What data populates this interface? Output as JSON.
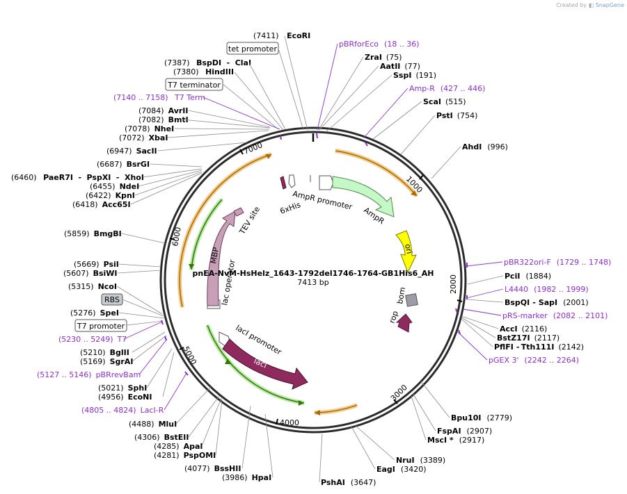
{
  "credit": {
    "prefix": "Created by",
    "brand": "SnapGene"
  },
  "plasmid": {
    "name": "pnEA-NvM-HsHelz_1643-1792del1746-1764-GB1His6_AH",
    "size": "7413 bp"
  },
  "ticks": [
    "1000",
    "2000",
    "3000",
    "4000",
    "5000",
    "6000",
    "7000"
  ],
  "features": [
    {
      "name": "AmpR promoter",
      "color": "#ffffff"
    },
    {
      "name": "AmpR",
      "color": "#c6f7c6"
    },
    {
      "name": "ori",
      "color": "#ffff00"
    },
    {
      "name": "bom",
      "color": "#9a9ea4"
    },
    {
      "name": "rop",
      "color": "#8e2a5e"
    },
    {
      "name": "lacI promoter",
      "color": "#ffffff"
    },
    {
      "name": "lacI",
      "color": "#8e2a5e"
    },
    {
      "name": "lac operator",
      "color": "#ffffff"
    },
    {
      "name": "MBP",
      "color": "#c7a0b8"
    },
    {
      "name": "TEV site",
      "color": "#c7a0b8"
    },
    {
      "name": "6xHis",
      "color": "#8e2a5e"
    }
  ],
  "site_labels": [
    {
      "pos": "(7411)",
      "name": "EcoRI"
    },
    {
      "boxed": "tet promoter"
    },
    {
      "pos": "(7387)",
      "name": "BspDI",
      "name2": "ClaI"
    },
    {
      "pos": "(7380)",
      "name": "HindIII"
    },
    {
      "boxed": "T7 terminator"
    },
    {
      "primer_pos": "(7140 .. 7158)",
      "primer_name": "T7 Term"
    },
    {
      "pos": "(7084)",
      "name": "AvrII"
    },
    {
      "pos": "(7082)",
      "name": "BmtI"
    },
    {
      "pos": "(7078)",
      "name": "NheI"
    },
    {
      "pos": "(7072)",
      "name": "XbaI"
    },
    {
      "pos": "(6947)",
      "name": "SacII"
    },
    {
      "pos": "(6687)",
      "name": "BsrGI"
    },
    {
      "pos": "(6460)",
      "name": "PaeR7I",
      "name2": "PspXI",
      "name3": "XhoI"
    },
    {
      "pos": "(6455)",
      "name": "NdeI"
    },
    {
      "pos": "(6422)",
      "name": "KpnI"
    },
    {
      "pos": "(6418)",
      "name": "Acc65I"
    },
    {
      "pos": "(5859)",
      "name": "BmgBI"
    },
    {
      "pos": "(5669)",
      "name": "PsiI"
    },
    {
      "pos": "(5607)",
      "name": "BsiWI"
    },
    {
      "pos": "(5315)",
      "name": "NcoI"
    },
    {
      "boxed_gray": "RBS"
    },
    {
      "pos": "(5276)",
      "name": "SpeI"
    },
    {
      "boxed": "T7 promoter"
    },
    {
      "primer_pos": "(5230 .. 5249)",
      "primer_name": "T7"
    },
    {
      "pos": "(5210)",
      "name": "BglII"
    },
    {
      "pos": "(5169)",
      "name": "SgrAI"
    },
    {
      "primer_pos": "(5127 .. 5146)",
      "primer_name": "pBRrevBam"
    },
    {
      "pos": "(5021)",
      "name": "SphI"
    },
    {
      "pos": "(4956)",
      "name": "EcoNI"
    },
    {
      "primer_pos": "(4805 .. 4824)",
      "primer_name": "LacI-R"
    },
    {
      "pos": "(4488)",
      "name": "MluI"
    },
    {
      "pos": "(4306)",
      "name": "BstEII"
    },
    {
      "pos": "(4285)",
      "name": "ApaI"
    },
    {
      "pos": "(4281)",
      "name": "PspOMI"
    },
    {
      "pos": "(4077)",
      "name": "BssHII"
    },
    {
      "pos": "(3986)",
      "name": "HpaI"
    },
    {
      "primer_name": "pBRforEco",
      "primer_pos": "(18 .. 36)"
    },
    {
      "name": "ZraI",
      "pos": "(75)"
    },
    {
      "name": "AatII",
      "pos": "(77)"
    },
    {
      "name": "SspI",
      "pos": "(191)"
    },
    {
      "primer_name": "Amp-R",
      "primer_pos": "(427 .. 446)"
    },
    {
      "name": "ScaI",
      "pos": "(515)"
    },
    {
      "name": "PstI",
      "pos": "(754)"
    },
    {
      "name": "AhdI",
      "pos": "(996)"
    },
    {
      "primer_name": "pBR322ori-F",
      "primer_pos": "(1729 .. 1748)"
    },
    {
      "name": "PciI",
      "pos": "(1884)"
    },
    {
      "primer_name": "L4440",
      "primer_pos": "(1982 .. 1999)"
    },
    {
      "name": "BspQI",
      "name2": "SapI",
      "pos": "(2001)"
    },
    {
      "primer_name": "pRS-marker",
      "primer_pos": "(2082 .. 2101)"
    },
    {
      "name": "AccI",
      "pos": "(2116)"
    },
    {
      "name": "BstZ17I",
      "pos": "(2117)"
    },
    {
      "name": "PflFI",
      "name2": "Tth111I",
      "pos": "(2142)"
    },
    {
      "primer_name": "pGEX 3'",
      "primer_pos": "(2242 .. 2264)"
    },
    {
      "name": "Bpu10I",
      "pos": "(2779)"
    },
    {
      "name": "FspAI",
      "pos": "(2907)"
    },
    {
      "name": "MscI *",
      "pos": "(2917)"
    },
    {
      "name": "NruI",
      "pos": "(3389)"
    },
    {
      "name": "EagI",
      "pos": "(3420)"
    },
    {
      "name": "PshAI",
      "pos": "(3647)"
    }
  ]
}
